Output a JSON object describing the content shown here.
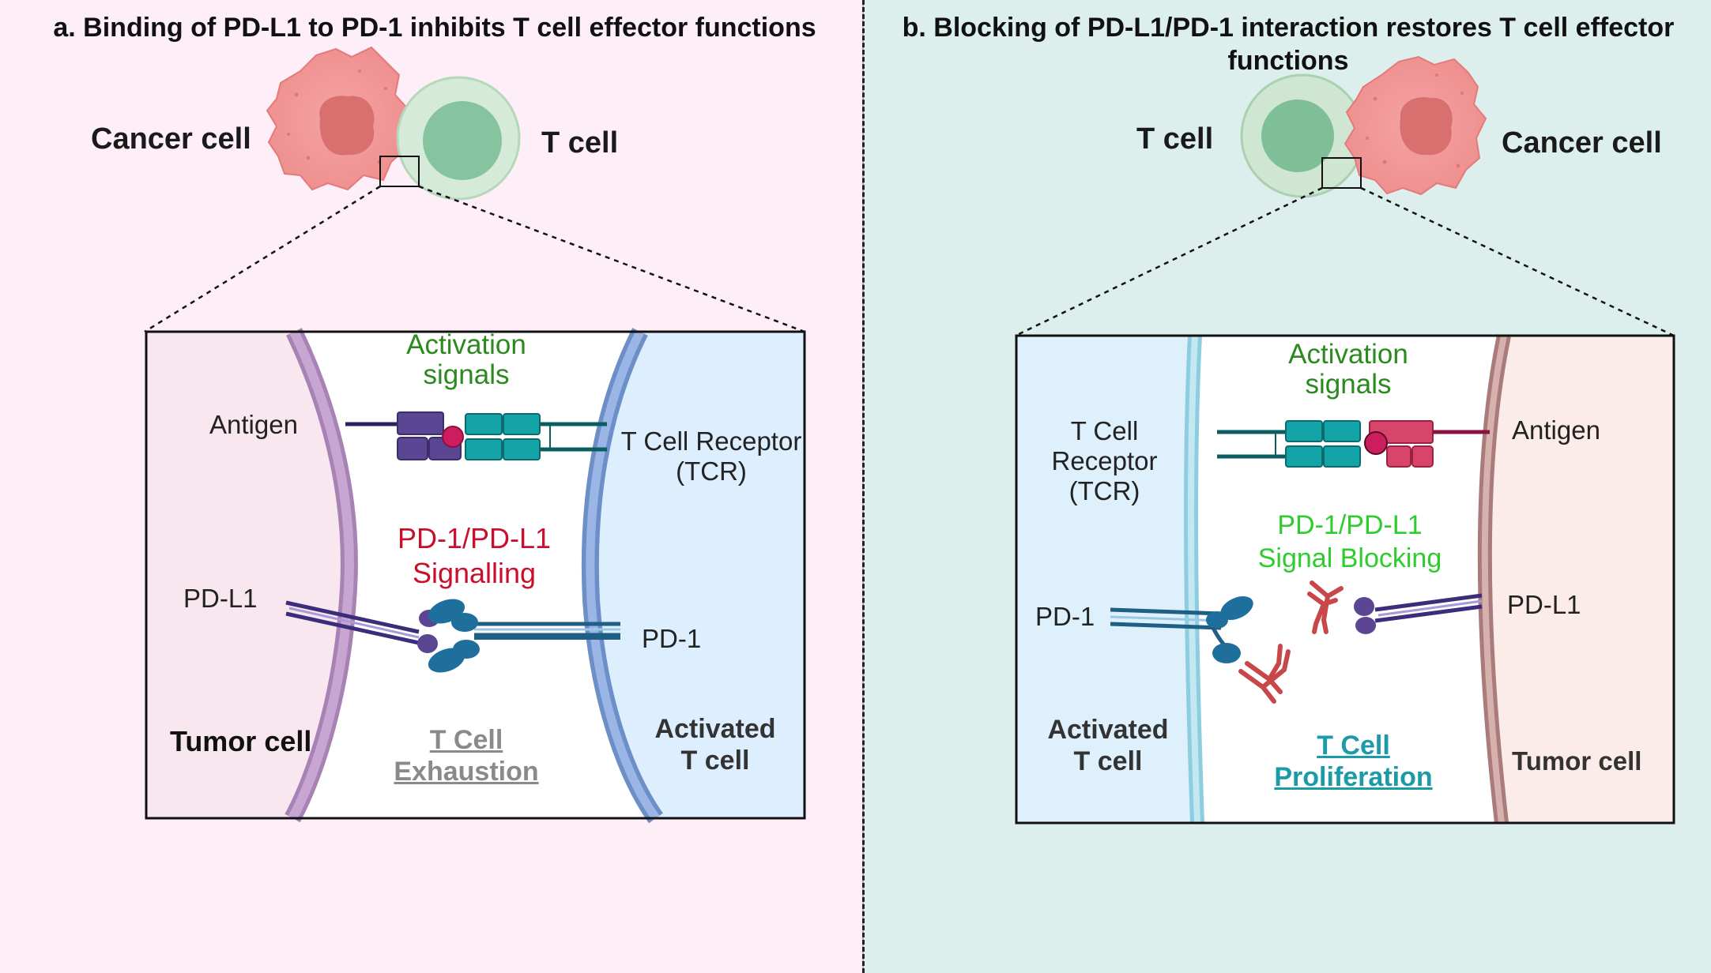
{
  "panel_a": {
    "title": "a. Binding of PD-L1 to PD-1 inhibits T cell effector functions",
    "cancer_cell_label": "Cancer cell",
    "t_cell_label": "T cell",
    "activation_signals": [
      "Activation",
      "signals"
    ],
    "antigen_label": "Antigen",
    "tcr_label": [
      "T Cell Receptor",
      "(TCR)"
    ],
    "signalling_label": [
      "PD-1/PD-L1",
      "Signalling"
    ],
    "pdl1_label": "PD-L1",
    "pd1_label": "PD-1",
    "tumor_cell_label": "Tumor cell",
    "outcome_label": [
      "T Cell",
      "Exhaustion"
    ],
    "activated_t_cell_label": [
      "Activated",
      "T cell"
    ]
  },
  "panel_b": {
    "title": [
      "b. Blocking of PD-L1/PD-1 interaction restores T cell effector",
      "functions"
    ],
    "t_cell_label": "T cell",
    "cancer_cell_label": "Cancer cell",
    "activation_signals": [
      "Activation",
      "signals"
    ],
    "tcr_label": [
      "T Cell",
      "Receptor",
      "(TCR)"
    ],
    "antigen_label": "Antigen",
    "blocking_label": [
      "PD-1/PD-L1",
      "Signal Blocking"
    ],
    "pd1_label": "PD-1",
    "pdl1_label": "PD-L1",
    "activated_t_cell_label": [
      "Activated",
      "T cell"
    ],
    "outcome_label": [
      "T Cell",
      "Proliferation"
    ],
    "tumor_cell_label": "Tumor cell"
  },
  "colors": {
    "panel_a_bg": "#fdeef8",
    "panel_b_bg": "#dcefed",
    "activation_text": "#2b8a1e",
    "signalling_text": "#c8102e",
    "blocking_text": "#2ecc2e",
    "exhaustion_text": "#8a8a8a",
    "proliferation_text": "#1b9aa8"
  }
}
